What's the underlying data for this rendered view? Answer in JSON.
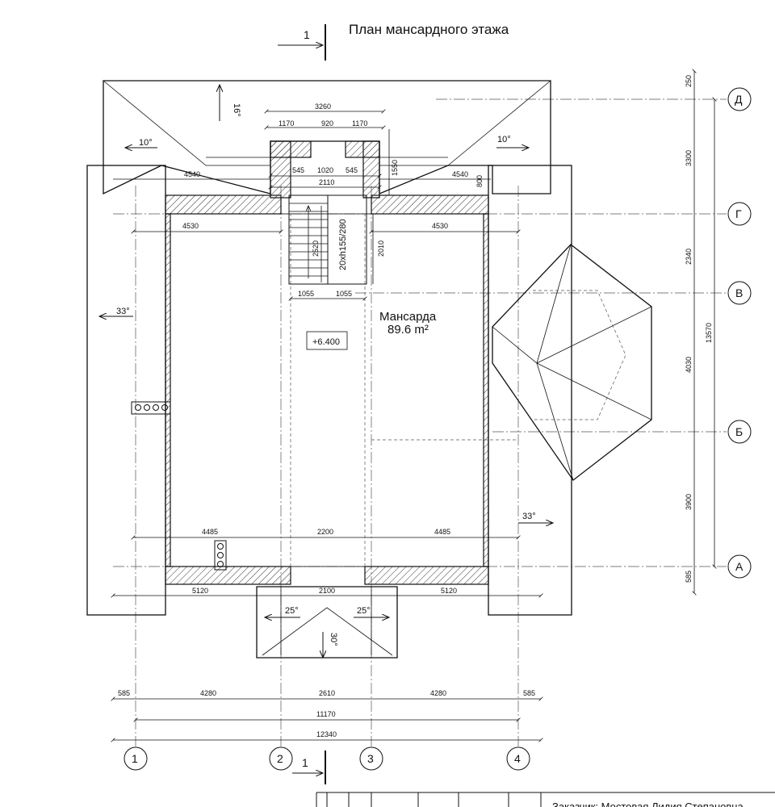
{
  "title": "План мансардного этажа",
  "section_mark": "1",
  "room": {
    "name": "Мансарда",
    "area": "89.6 m²"
  },
  "level_mark": "+6.400",
  "stair_label": "20xh155/280",
  "axes_horizontal": [
    "1",
    "2",
    "3",
    "4"
  ],
  "axes_vertical": [
    "Д",
    "Г",
    "В",
    "Б",
    "А"
  ],
  "slopes": {
    "top_left": "10°",
    "top_right": "10°",
    "top_gable": "16°",
    "left": "33°",
    "right": "33°",
    "porch_left": "25°",
    "porch_right": "25°",
    "porch_gable": "30°"
  },
  "dims": {
    "top_3260": "3260",
    "top_1170a": "1170",
    "top_920": "920",
    "top_1170b": "1170",
    "d_545a": "545",
    "d_1020": "1020",
    "d_545b": "545",
    "d_2110": "2110",
    "d_4540l": "4540",
    "d_4540r": "4540",
    "d_800": "800",
    "d_1550": "1550",
    "d_4530l": "4530",
    "d_4530r": "4530",
    "d_2520": "2520",
    "d_2010": "2010",
    "d_1055a": "1055",
    "d_1055b": "1055",
    "d_4485l": "4485",
    "d_2200": "2200",
    "d_4485r": "4485",
    "d_5120l": "5120",
    "d_2100": "2100",
    "d_5120r": "5120",
    "b_585l": "585",
    "b_4280l": "4280",
    "b_2610": "2610",
    "b_4280r": "4280",
    "b_585r": "585",
    "b_11170": "11170",
    "b_12340": "12340",
    "r_250": "250",
    "r_3300": "3300",
    "r_2340": "2340",
    "r_4030": "4030",
    "r_3900": "3900",
    "r_585": "585",
    "r_13570": "13570"
  },
  "stamp_text": "Заказчик: Мостовая Лидия Степановна"
}
